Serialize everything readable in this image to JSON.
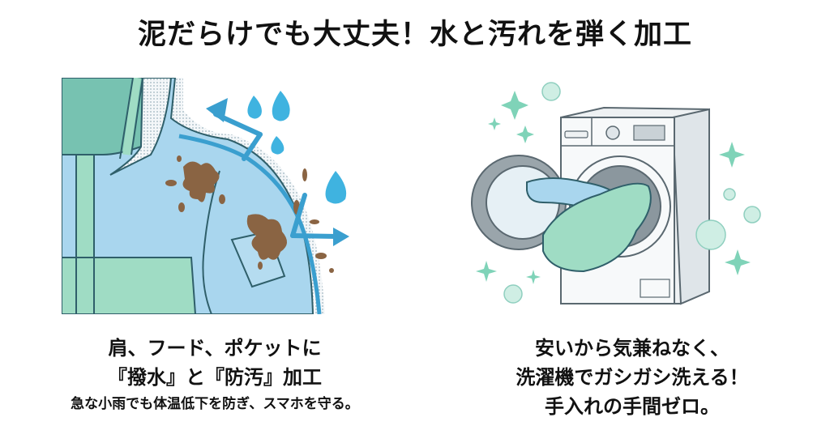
{
  "title": "泥だらけでも大丈夫！水と汚れを弾く加工",
  "left_panel": {
    "illustration": "jacket-shoulder-water-mud-repel",
    "caption_lines": [
      "肩、フード、ポケットに",
      "『撥水』と『防汚』加工",
      "急な小雨でも体温低下を防ぎ、スマホを守る。"
    ]
  },
  "right_panel": {
    "illustration": "washing-machine-with-jacket",
    "caption_lines": [
      "安いから気兼ねなく、",
      "洗濯機でガシガシ洗える！",
      "手入れの手間ゼロ。"
    ]
  },
  "colors": {
    "jacket_blue": "#a9d6ee",
    "jacket_green": "#9fdcc4",
    "hood_teal": "#77c2b1",
    "outline": "#2f5f6a",
    "mud": "#8a6443",
    "water": "#3fb3e0",
    "arrow": "#3a9fcf",
    "sparkle": "#7fd3b8",
    "machine_gray": "#eef1f3"
  }
}
